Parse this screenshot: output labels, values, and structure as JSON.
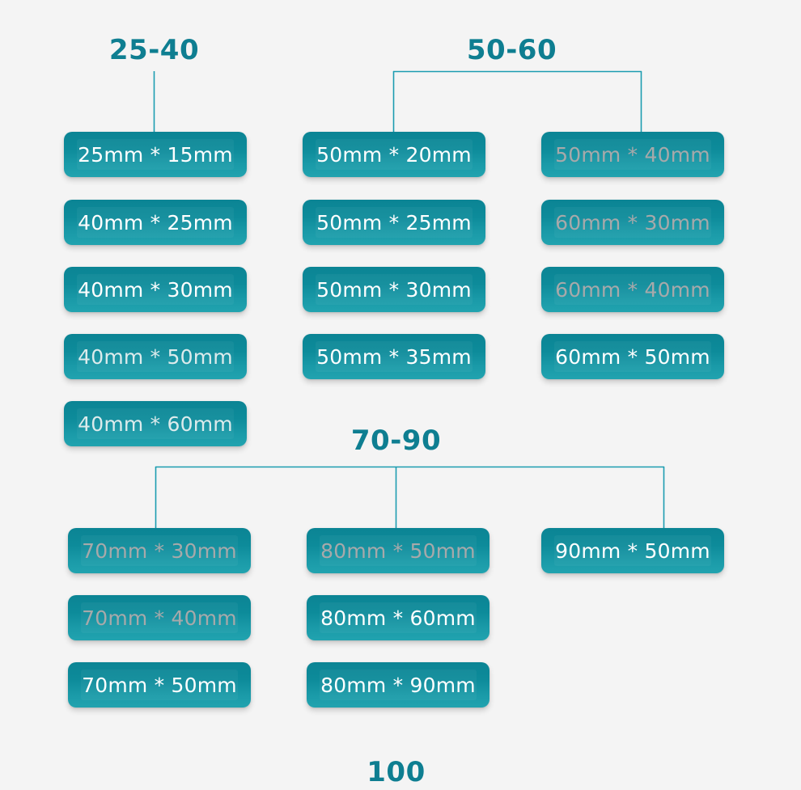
{
  "theme": {
    "background": "#f4f4f4",
    "accent": "#0e7e91",
    "chip_top": "#0b8494",
    "chip_bottom": "#21a3af",
    "label_active": "#ffffff",
    "label_disabled": "#a7a9aa",
    "label_faded": "#dcebec",
    "connector": "#1b9cb0"
  },
  "groups": [
    {
      "title": "25-40",
      "columns": [
        {
          "items": [
            {
              "label": "25mm * 15mm",
              "state": "active"
            },
            {
              "label": "40mm * 25mm",
              "state": "active"
            },
            {
              "label": "40mm * 30mm",
              "state": "active"
            },
            {
              "label": "40mm * 50mm",
              "state": "faded"
            },
            {
              "label": "40mm * 60mm",
              "state": "faded"
            }
          ]
        }
      ]
    },
    {
      "title": "50-60",
      "columns": [
        {
          "items": [
            {
              "label": "50mm * 20mm",
              "state": "active"
            },
            {
              "label": "50mm * 25mm",
              "state": "active"
            },
            {
              "label": "50mm * 30mm",
              "state": "active"
            },
            {
              "label": "50mm * 35mm",
              "state": "active"
            }
          ]
        },
        {
          "items": [
            {
              "label": "50mm * 40mm",
              "state": "disabled"
            },
            {
              "label": "60mm * 30mm",
              "state": "disabled"
            },
            {
              "label": "60mm * 40mm",
              "state": "disabled"
            },
            {
              "label": "60mm * 50mm",
              "state": "active"
            }
          ]
        }
      ]
    },
    {
      "title": "70-90",
      "columns": [
        {
          "items": [
            {
              "label": "70mm * 30mm",
              "state": "disabled"
            },
            {
              "label": "70mm * 40mm",
              "state": "disabled"
            },
            {
              "label": "70mm * 50mm",
              "state": "active"
            }
          ]
        },
        {
          "items": [
            {
              "label": "80mm * 50mm",
              "state": "disabled"
            },
            {
              "label": "80mm * 60mm",
              "state": "active"
            },
            {
              "label": "80mm * 90mm",
              "state": "active"
            }
          ]
        },
        {
          "items": [
            {
              "label": "90mm * 50mm",
              "state": "active"
            }
          ]
        }
      ]
    },
    {
      "title": "100",
      "columns": []
    }
  ]
}
